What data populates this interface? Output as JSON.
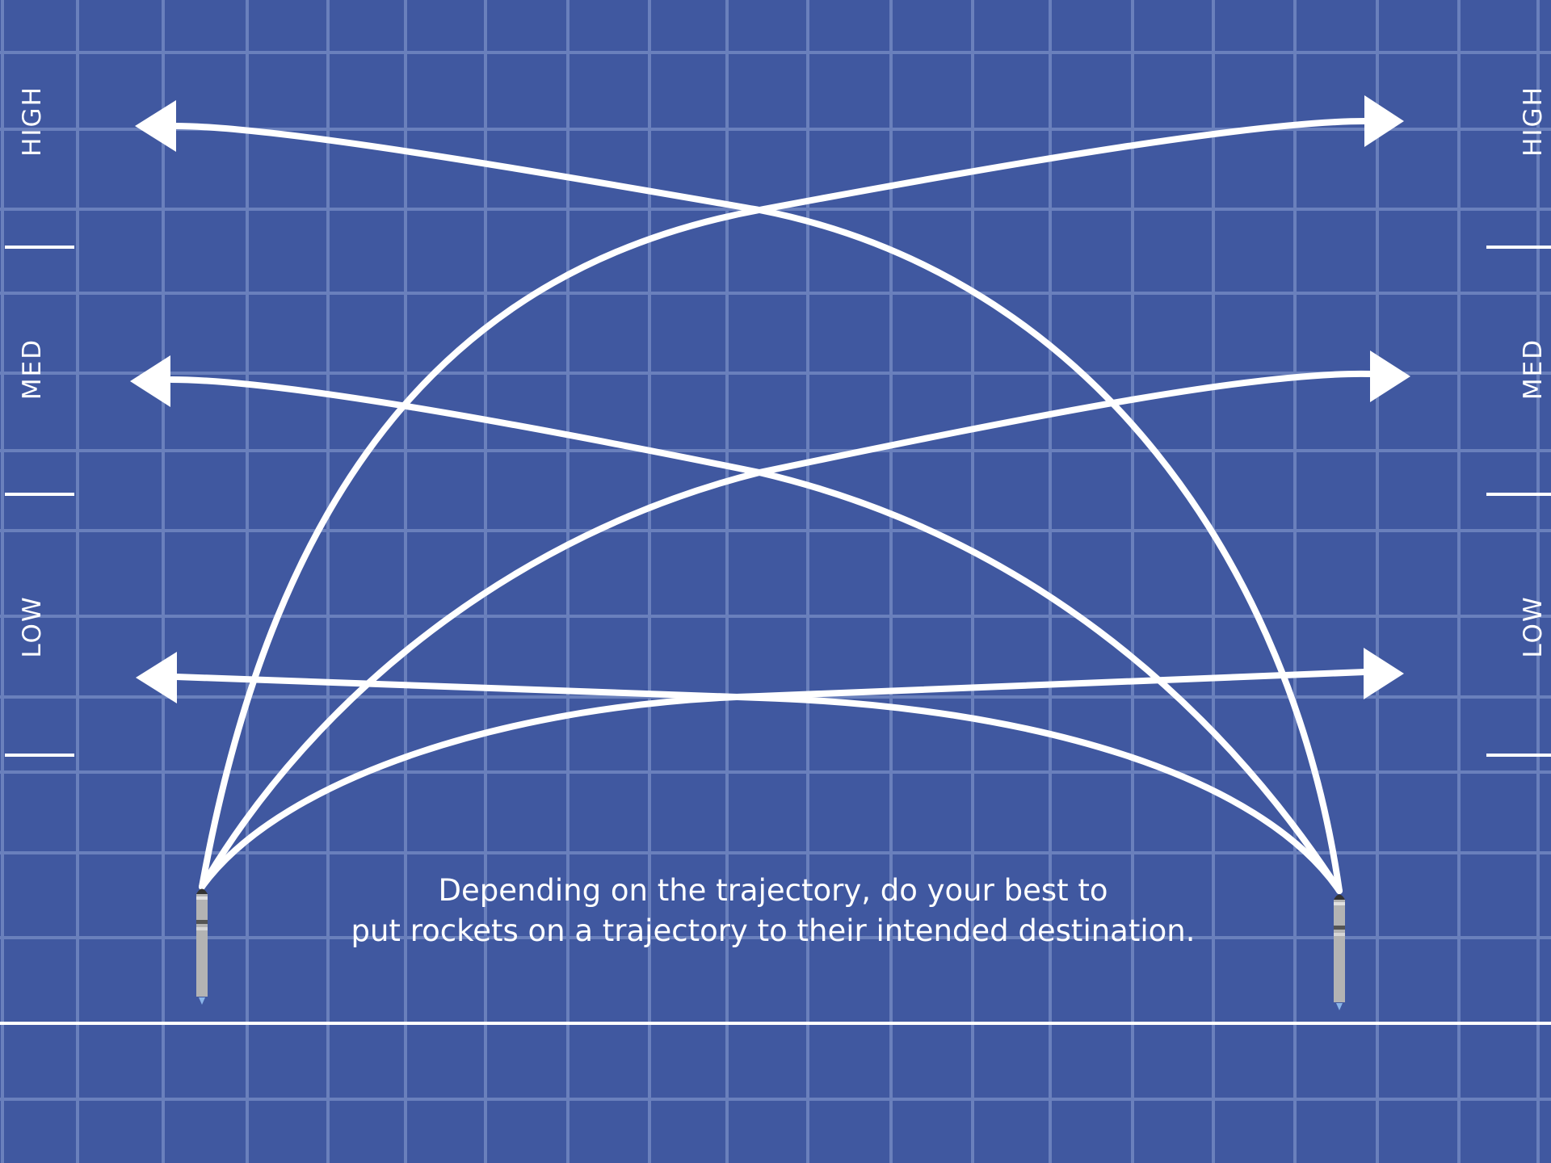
{
  "levels": {
    "high": "HIGH",
    "med": "MED",
    "low": "LOW"
  },
  "caption": {
    "line1": "Depending on the trajectory, do your best to",
    "line2": "put rockets on a trajectory to their intended destination."
  },
  "colors": {
    "background": "#4058a0",
    "grid": "#6a80bc",
    "line": "#ffffff",
    "rocket_body": "#b3b3b3",
    "rocket_nose": "#333333",
    "rocket_band": "#555555",
    "rocket_flame": "#8ab4e8"
  },
  "icons": {
    "rocket": "rocket-icon",
    "arrowhead": "arrowhead-icon"
  }
}
